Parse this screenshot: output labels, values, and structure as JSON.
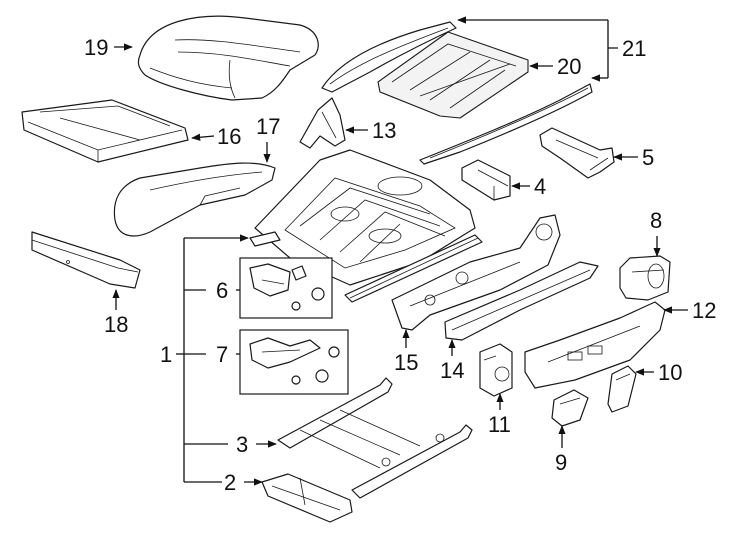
{
  "callouts": {
    "n1": "1",
    "n2": "2",
    "n3": "3",
    "n4": "4",
    "n5": "5",
    "n6": "6",
    "n7": "7",
    "n8": "8",
    "n9": "9",
    "n10": "10",
    "n11": "11",
    "n12": "12",
    "n13": "13",
    "n14": "14",
    "n15": "15",
    "n16": "16",
    "n17": "17",
    "n18": "18",
    "n19": "19",
    "n20": "20",
    "n21": "21"
  },
  "colors": {
    "line": "#1a1a1a",
    "background": "#ffffff"
  }
}
